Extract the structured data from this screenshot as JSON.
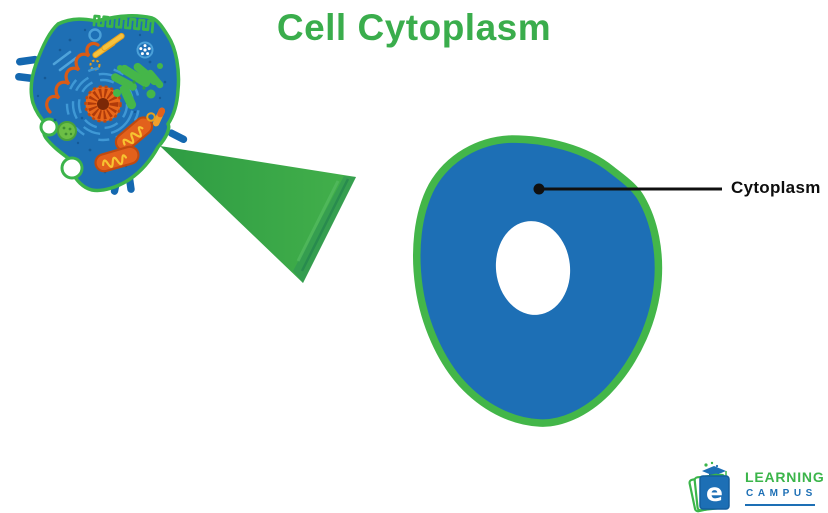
{
  "title": "Cell Cytoplasm",
  "callout": {
    "label": "Cytoplasm",
    "pointer": "black dot inside blue cytoplasm with leader line to label"
  },
  "diagram": {
    "small_cell": "detailed animal cell illustration (membrane, nucleus, mitochondria, golgi, ER, lysosome, centrioles, vesicles)",
    "beam": "green magnification beam from small cell toward enlarged cell",
    "big_cell": "enlarged cell: green membrane outline, blue cytoplasm, white nucleus"
  },
  "logo": {
    "icon": "elearning-campus-book-logo",
    "icon_letter": "e",
    "line1": "LEARNING",
    "line2": "CAMPUS"
  },
  "colors": {
    "title_green": "#3aad4c",
    "membrane_green": "#43b649",
    "cytoplasm_blue": "#1d6fb5",
    "nucleus_white": "#ffffff",
    "organelle_orange": "#e2611c",
    "organelle_yellow": "#f7c331",
    "label_black": "#0d0d0d",
    "logo_green": "#3bb54a",
    "logo_blue": "#1d6fb5"
  }
}
